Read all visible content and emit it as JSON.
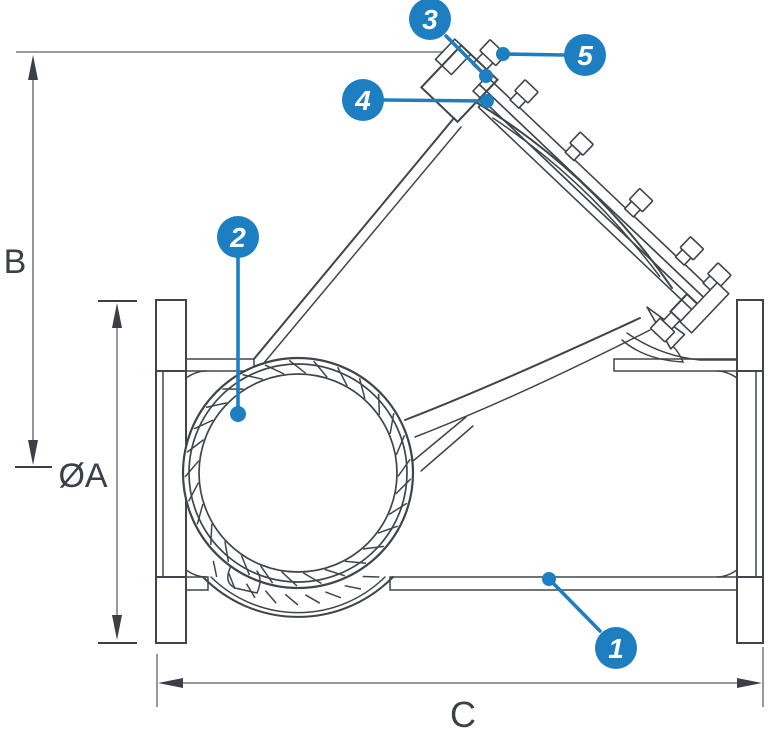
{
  "dimensions": {
    "b_label": "B",
    "a_label": "ØA",
    "c_label": "C"
  },
  "callouts": [
    {
      "number": "1"
    },
    {
      "number": "2"
    },
    {
      "number": "3"
    },
    {
      "number": "4"
    },
    {
      "number": "5"
    }
  ],
  "colors": {
    "callout_blue": "#1d7ec1",
    "line_dark": "#40454b",
    "dimension_gray": "#8a8d91",
    "label_color": "#3b4046",
    "background": "#ffffff"
  }
}
